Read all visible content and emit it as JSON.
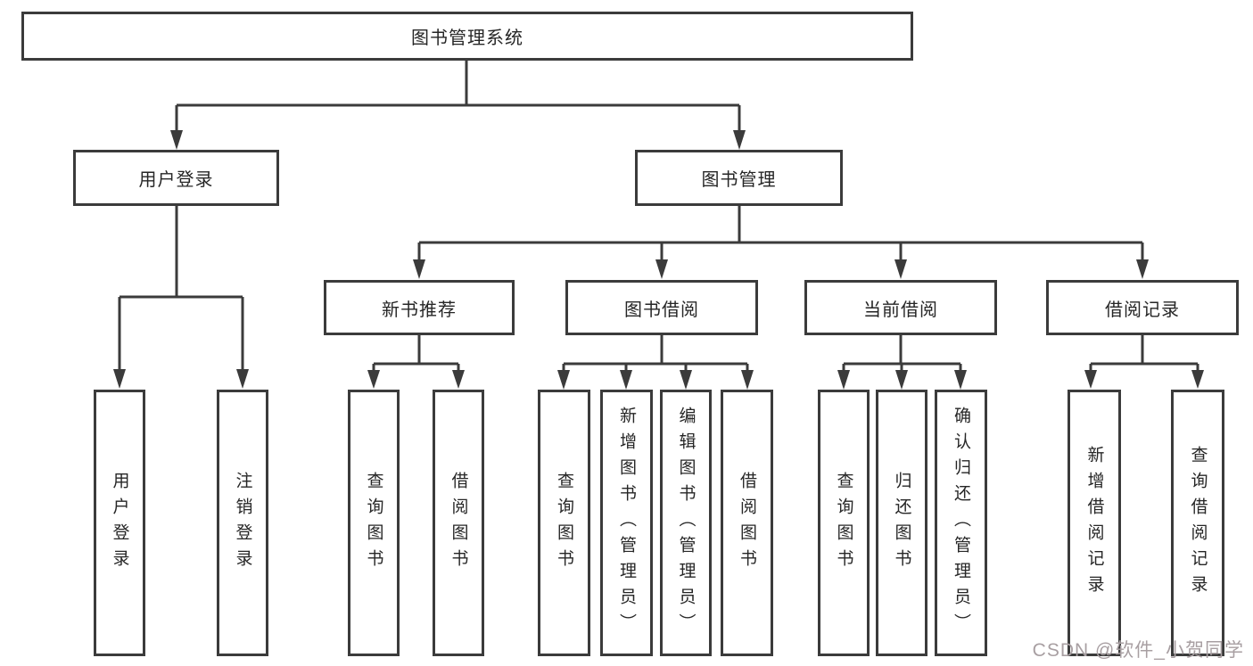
{
  "diagram_title": "图书管理系统",
  "tree": {
    "root": {
      "label": "图书管理系统"
    },
    "level2": [
      {
        "label": "用户登录"
      },
      {
        "label": "图书管理"
      }
    ],
    "level3": [
      {
        "label": "新书推荐"
      },
      {
        "label": "图书借阅"
      },
      {
        "label": "当前借阅"
      },
      {
        "label": "借阅记录"
      }
    ],
    "leaves": {
      "user_login": [
        {
          "label": "用户登录"
        },
        {
          "label": "注销登录"
        }
      ],
      "new_book_recommend": [
        {
          "label": "查询图书"
        },
        {
          "label": "借阅图书"
        }
      ],
      "book_borrow": [
        {
          "label": "查询图书"
        },
        {
          "label": "新增图书（管理员）"
        },
        {
          "label": "编辑图书（管理员）"
        },
        {
          "label": "借阅图书"
        }
      ],
      "current_borrow": [
        {
          "label": "查询图书"
        },
        {
          "label": "归还图书"
        },
        {
          "label": "确认归还（管理员）"
        }
      ],
      "borrow_records": [
        {
          "label": "新增借阅记录"
        },
        {
          "label": "查询借阅记录"
        }
      ]
    }
  },
  "watermark": {
    "text": "CSDN @软件_小贺同学"
  },
  "colors": {
    "line": "#3b3b3b",
    "text": "#262626",
    "box_background": "#ffffff",
    "watermark": "#a89fa2"
  }
}
